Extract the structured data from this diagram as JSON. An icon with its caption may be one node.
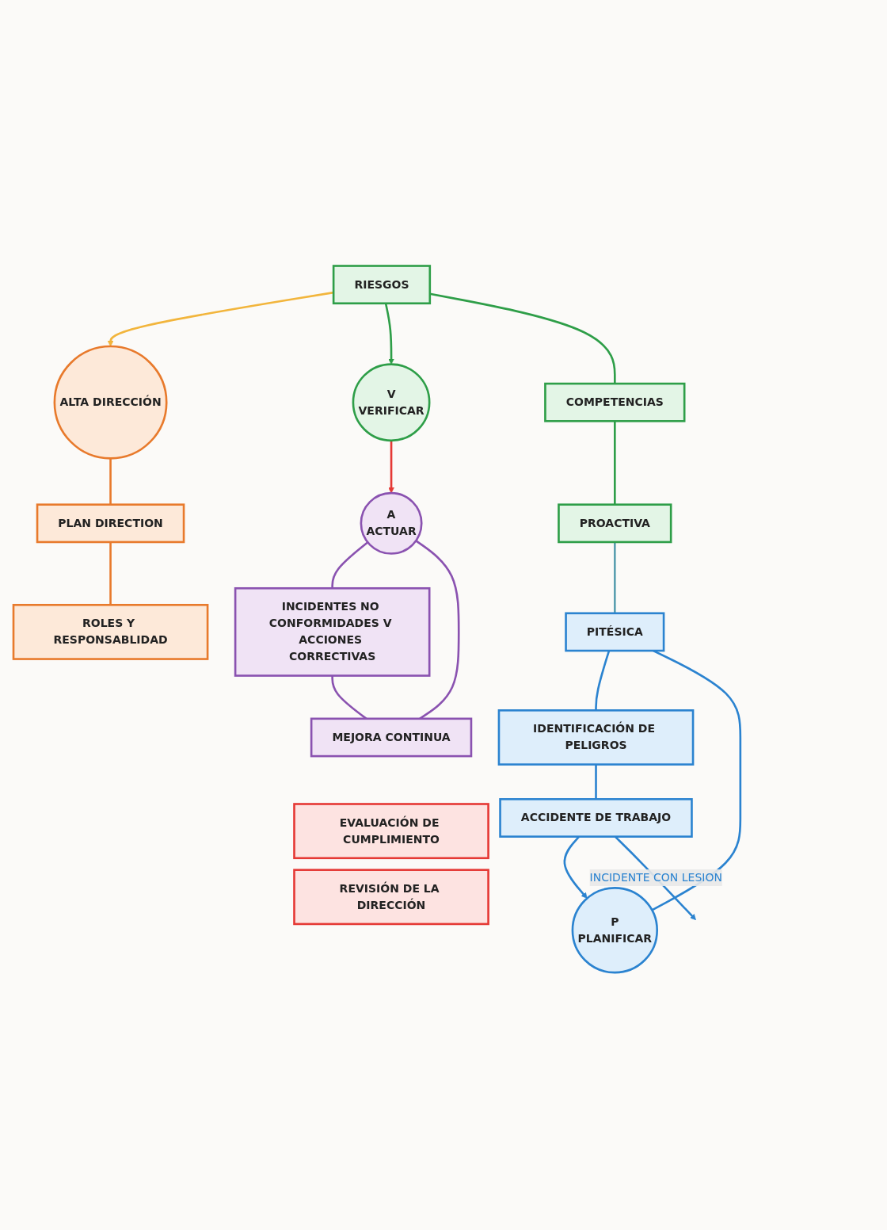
{
  "diagram": {
    "nodes": [
      {
        "text": [
          "ALTA DIRECCIÓN"
        ]
      },
      {
        "text": [
          "PLAN DIRECTION"
        ]
      },
      {
        "text": [
          "ROLES Y RESPONSABLIDAD"
        ]
      },
      {
        "text": [
          "V",
          "VERIFICAR"
        ]
      },
      {
        "text": [
          "RIESGOS"
        ]
      },
      {
        "text": [
          "COMPETENCIAS"
        ]
      },
      {
        "text": [
          "PROACTIVA"
        ]
      },
      {
        "text": [
          "EVALUACIÓN DE CUMPLIMIENTO"
        ]
      },
      {
        "text": [
          "REVISIÓN DE LA DIRECCIÓN"
        ]
      },
      {
        "text": [
          "P",
          "PLANIFICAR"
        ]
      },
      {
        "text": [
          "PITÉSICA"
        ]
      },
      {
        "text": [
          "IDENTIFICACIÓN DE PELIGROS"
        ]
      },
      {
        "text": [
          "ACCIDENTE DE TRABAJO"
        ]
      },
      {
        "text": [
          "A",
          "ACTUAR"
        ]
      },
      {
        "text": [
          "INCIDENTES NO CONFORMIDADES V ACCIONES CORRECTIVAS"
        ]
      },
      {
        "text": [
          "MEJORA CONTINUA"
        ]
      }
    ],
    "edges": [
      {
        "from": 0,
        "to": 1,
        "arrow": "none",
        "color": "#e87a2c"
      },
      {
        "from": 1,
        "to": 2,
        "arrow": "none",
        "color": "#e87a2c"
      },
      {
        "from": 4,
        "to": 0,
        "arrow": "to",
        "color": "#f2b53c"
      },
      {
        "from": 4,
        "to": 3,
        "arrow": "to",
        "color": "#2e9e48"
      },
      {
        "from": 4,
        "to": 5,
        "arrow": "none",
        "color": "#2e9e48"
      },
      {
        "from": 5,
        "to": 6,
        "arrow": "none",
        "color": "#2e9e48"
      },
      {
        "from": 6,
        "to": 10,
        "arrow": "none",
        "color": "#5a9fb0"
      },
      {
        "from": 3,
        "to": 13,
        "arrow": "to",
        "color": "#e53935"
      },
      {
        "from": 9,
        "to": 10,
        "arrow": "none",
        "color": "#2b83d0"
      },
      {
        "from": 10,
        "to": 11,
        "arrow": "none",
        "color": "#2b83d0"
      },
      {
        "from": 11,
        "to": 12,
        "arrow": "none",
        "color": "#2b83d0"
      },
      {
        "from": 12,
        "to": 9,
        "arrow": "to",
        "color": "#2b83d0"
      },
      {
        "from": 12,
        "to": null,
        "arrow": "to",
        "label": "INCIDENTE CON LESION",
        "color": "#2b83d0"
      },
      {
        "from": 13,
        "to": 14,
        "arrow": "none",
        "color": "#8a52b0"
      },
      {
        "from": 13,
        "to": 15,
        "arrow": "none",
        "color": "#8a52b0"
      },
      {
        "from": 14,
        "to": 15,
        "arrow": "none",
        "color": "#8a52b0"
      }
    ]
  }
}
